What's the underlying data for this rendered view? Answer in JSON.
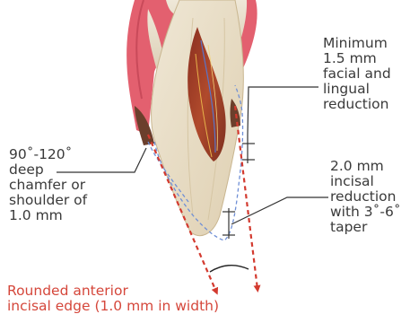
{
  "labels": {
    "facial_reduction": [
      "Minimum",
      "1.5 mm",
      "facial and",
      "lingual",
      "reduction"
    ],
    "chamfer": [
      "90˚-120˚",
      "deep",
      "chamfer or",
      "shoulder of",
      "1.0 mm"
    ],
    "incisal_reduction": [
      "2.0 mm",
      "incisal",
      "reduction",
      "with 3˚-6˚",
      "taper"
    ],
    "incisal_edge": [
      "Rounded anterior",
      "incisal edge (1.0 mm in width)"
    ]
  },
  "colors": {
    "gingiva": "#e3606f",
    "bone": "#ece4d3",
    "tooth": "#eadfc8",
    "pulp": "#9b3a28",
    "margin": "#6b3f2c",
    "guide_line": "#d33a2f",
    "outline_dashed": "#6f8fd6",
    "annotation_text": "#3a3a3a",
    "highlight_text": "#d5473b"
  }
}
